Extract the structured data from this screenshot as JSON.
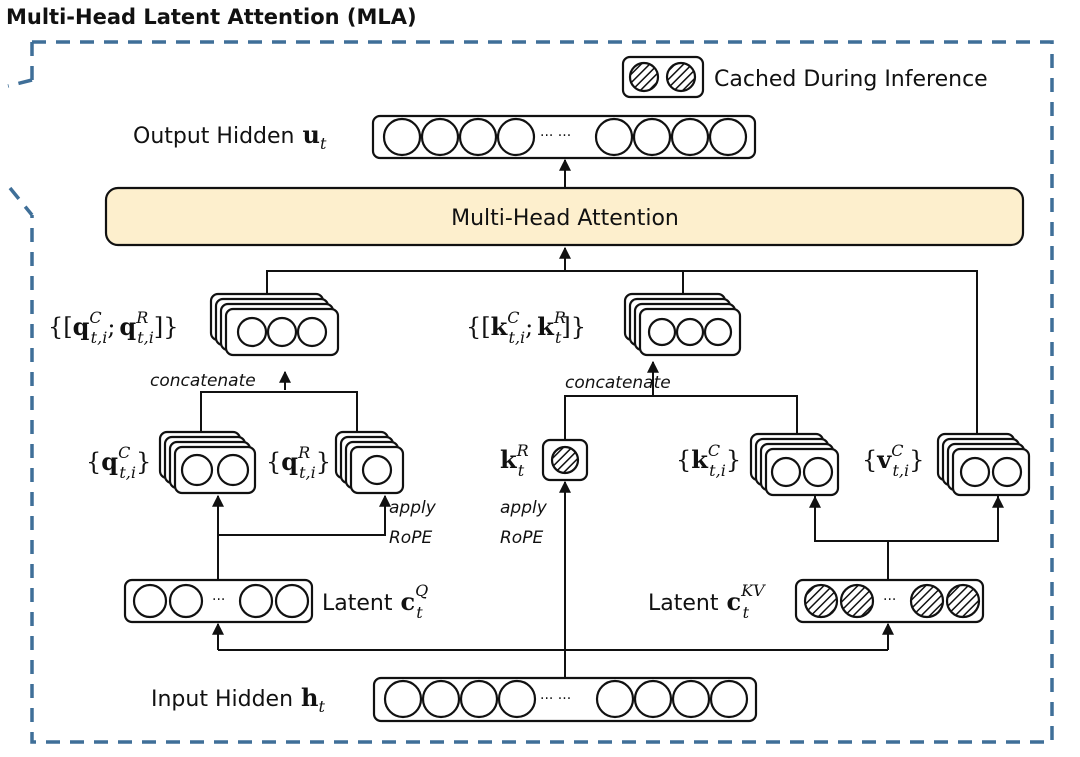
{
  "title": "Multi-Head Latent Attention (MLA)",
  "legend": {
    "label": "Cached During Inference",
    "icon": "hatched-circle-icon"
  },
  "output_hidden": {
    "label": "Output Hidden",
    "symbol": "u",
    "subscript": "t",
    "ellipsis": "··· ···"
  },
  "attention": {
    "label": "Multi-Head Attention",
    "fill_color": "#fdefcd"
  },
  "query_concat": {
    "open": "{[",
    "sym1": "q",
    "sup1": "C",
    "sub1": "t,i",
    "sep": ";",
    "sym2": "q",
    "sup2": "R",
    "sub2": "t,i",
    "close": "]}"
  },
  "key_concat": {
    "open": "{[",
    "sym1": "k",
    "sup1": "C",
    "sub1": "t,i",
    "sep": ";",
    "sym2": "k",
    "sup2": "R",
    "sub2": "t",
    "close": "]}"
  },
  "concatenate_label": "concatenate",
  "q_compressed": {
    "open": "{",
    "symbol": "q",
    "sup": "C",
    "sub": "t,i",
    "close": "}"
  },
  "q_rope": {
    "open": "{",
    "symbol": "q",
    "sup": "R",
    "sub": "t,i",
    "close": "}"
  },
  "k_rope": {
    "symbol": "k",
    "sup": "R",
    "sub": "t"
  },
  "k_compressed": {
    "open": "{",
    "symbol": "k",
    "sup": "C",
    "sub": "t,i",
    "close": "}"
  },
  "v_compressed": {
    "open": "{",
    "symbol": "v",
    "sup": "C",
    "sub": "t,i",
    "close": "}"
  },
  "apply_rope": {
    "line1": "apply",
    "line2": "RoPE"
  },
  "latent_q": {
    "label": "Latent",
    "symbol": "c",
    "sup": "Q",
    "sub": "t",
    "ellipsis": "···"
  },
  "latent_kv": {
    "label": "Latent",
    "symbol": "c",
    "sup": "KV",
    "sub": "t",
    "ellipsis": "···"
  },
  "input_hidden": {
    "label": "Input Hidden",
    "symbol": "h",
    "subscript": "t",
    "ellipsis": "··· ···"
  },
  "colors": {
    "dashed_border": "#3f6f98",
    "attention_fill": "#fdefcd",
    "stroke": "#111111"
  }
}
